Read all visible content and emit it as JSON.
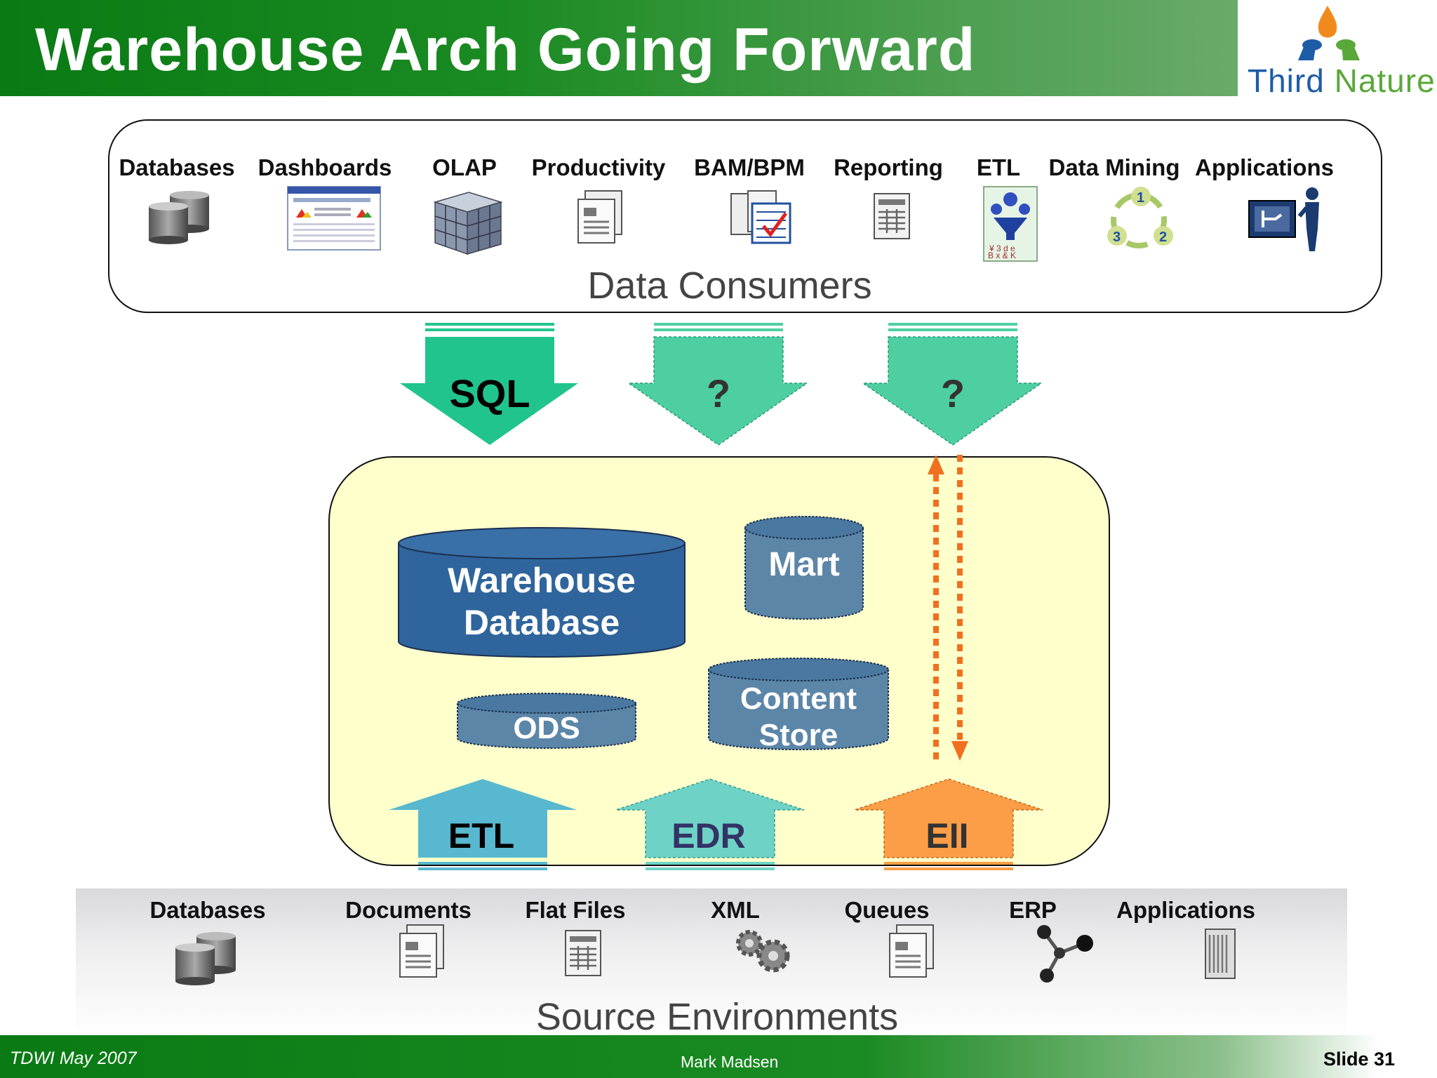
{
  "header": {
    "title": "Warehouse Arch Going Forward",
    "logo_word_1": "Third",
    "logo_word_2": "Nature"
  },
  "consumers": {
    "label": "Data Consumers",
    "items": [
      {
        "label": "Databases",
        "icon": "database-icon"
      },
      {
        "label": "Dashboards",
        "icon": "dashboard-icon"
      },
      {
        "label": "OLAP",
        "icon": "olap-cube-icon"
      },
      {
        "label": "Productivity",
        "icon": "document-icon"
      },
      {
        "label": "BAM/BPM",
        "icon": "checklist-icon"
      },
      {
        "label": "Reporting",
        "icon": "report-icon"
      },
      {
        "label": "ETL",
        "icon": "etl-icon"
      },
      {
        "label": "Data Mining",
        "icon": "cycle-icon"
      },
      {
        "label": "Applications",
        "icon": "application-icon"
      }
    ]
  },
  "down_arrows": [
    {
      "label": "SQL",
      "color": "#22c48e"
    },
    {
      "label": "?",
      "color": "#4ecfa2"
    },
    {
      "label": "?",
      "color": "#4ecfa2"
    }
  ],
  "stores": {
    "warehouse_line1": "Warehouse",
    "warehouse_line2": "Database",
    "mart": "Mart",
    "ods": "ODS",
    "content_line1": "Content",
    "content_line2": "Store"
  },
  "up_arrows": [
    {
      "label": "ETL",
      "color": "#58b8cf"
    },
    {
      "label": "EDR",
      "color": "#6ed3c6"
    },
    {
      "label": "EII",
      "color": "#fb9e47"
    }
  ],
  "sources": {
    "label": "Source Environments",
    "items": [
      {
        "label": "Databases",
        "icon": "database-icon"
      },
      {
        "label": "Documents",
        "icon": "document-icon"
      },
      {
        "label": "Flat Files",
        "icon": "flat-file-icon"
      },
      {
        "label": "XML",
        "icon": "gears-icon"
      },
      {
        "label": "Queues",
        "icon": "queue-icon"
      },
      {
        "label": "ERP",
        "icon": "network-icon"
      },
      {
        "label": "Applications",
        "icon": "server-icon"
      }
    ]
  },
  "footer": {
    "left": "TDWI May 2007",
    "center": "Mark Madsen",
    "right": "Slide 31"
  },
  "colors": {
    "header_green": "#0a7a14",
    "core_fill": "#ffffcc",
    "cylinder_dark": "#2f659c",
    "cylinder_light": "#5c86a8",
    "eii_dotted": "#f07020"
  }
}
